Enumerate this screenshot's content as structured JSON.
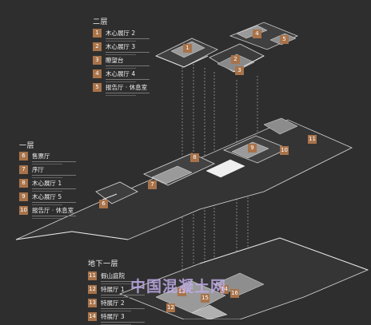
{
  "floors": {
    "second": {
      "title": "二层",
      "items": [
        {
          "num": "1",
          "label": "木心展厅 2"
        },
        {
          "num": "2",
          "label": "木心展厅 3"
        },
        {
          "num": "3",
          "label": "瞭望台"
        },
        {
          "num": "4",
          "label": "木心展厅 4"
        },
        {
          "num": "5",
          "label": "报告厅 · 休息室"
        }
      ]
    },
    "first": {
      "title": "一层",
      "items": [
        {
          "num": "6",
          "label": "售票厅"
        },
        {
          "num": "7",
          "label": "序厅"
        },
        {
          "num": "8",
          "label": "木心展厅 1"
        },
        {
          "num": "9",
          "label": "木心展厅 5"
        },
        {
          "num": "10",
          "label": "报告厅 · 休息室"
        }
      ]
    },
    "basement": {
      "title": "地下一层",
      "items": [
        {
          "num": "11",
          "label": "假山庭院"
        },
        {
          "num": "12",
          "label": "特展厅 1"
        },
        {
          "num": "13",
          "label": "特展厅 2"
        },
        {
          "num": "14",
          "label": "特展厅 3"
        }
      ]
    }
  },
  "markers": [
    "1",
    "2",
    "3",
    "4",
    "5",
    "6",
    "7",
    "8",
    "9",
    "10",
    "11",
    "12",
    "13",
    "14",
    "15",
    "16"
  ],
  "watermark": "中国混凝土网",
  "colors": {
    "background": "#2e2e2e",
    "accent": "#a8734a",
    "outline": "#cfcfcf",
    "fill": "#9a9a9a"
  }
}
